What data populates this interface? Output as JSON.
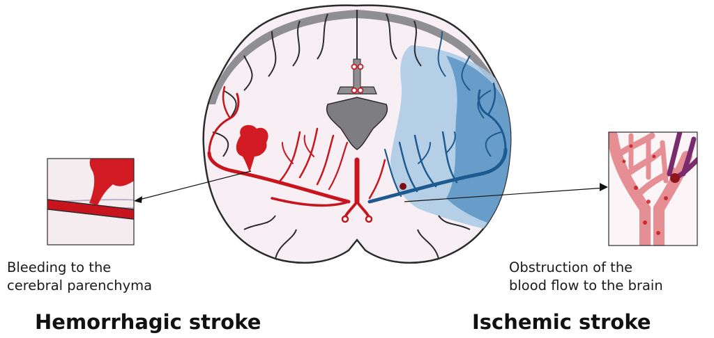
{
  "hemorrhagic": {
    "caption_line1": "Bleeding to the",
    "caption_line2": "cerebral parenchyma",
    "title": "Hemorrhagic stroke"
  },
  "ischemic": {
    "caption_line1": "Obstruction of the",
    "caption_line2": "blood flow to the brain",
    "title": "Ischemic stroke"
  },
  "colors": {
    "blood": "#d11a22",
    "ischemic_blue": "#2f6ea3",
    "brain_fill": "#f7eff3",
    "outline": "#2b2b2b"
  }
}
